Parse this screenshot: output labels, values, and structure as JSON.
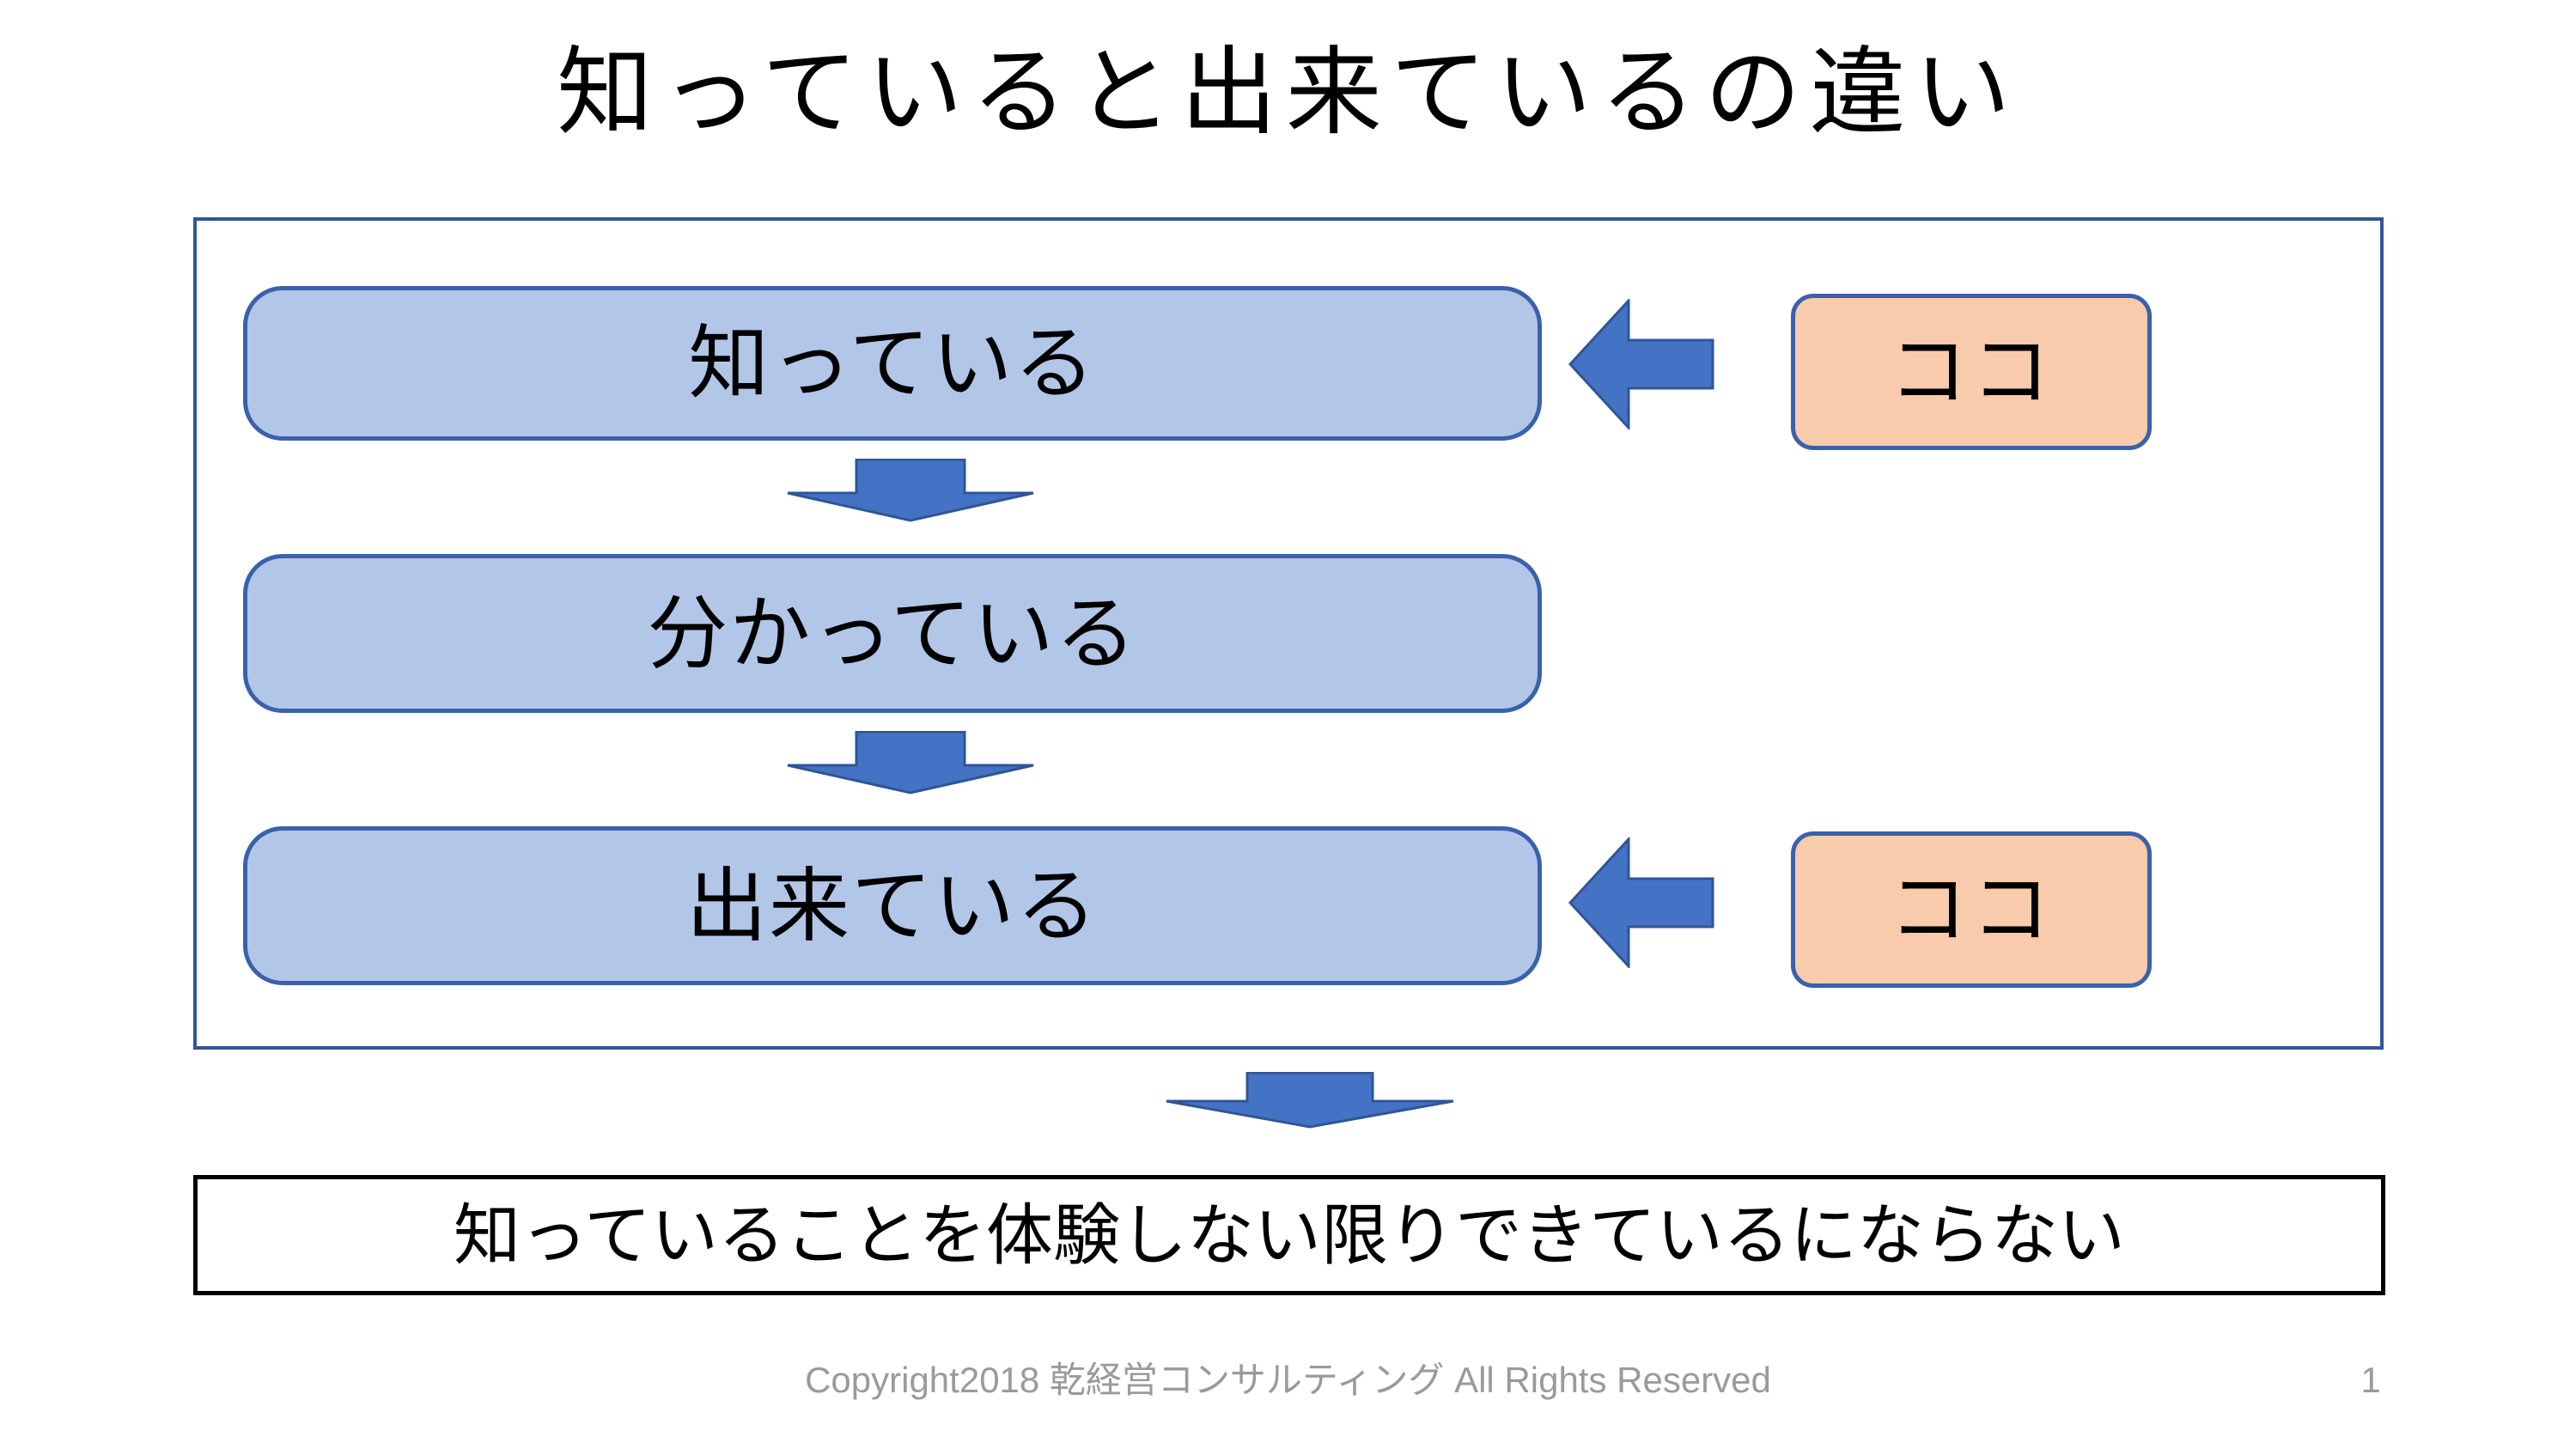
{
  "slide": {
    "title": "知っていると出来ているの違い",
    "flow_steps": [
      {
        "label": "知っている"
      },
      {
        "label": "分かっている"
      },
      {
        "label": "出来ている"
      }
    ],
    "callouts": [
      {
        "label": "ココ",
        "points_to": "知っている"
      },
      {
        "label": "ココ",
        "points_to": "出来ている"
      }
    ],
    "conclusion": "知っていることを体験しない限りできているにならない",
    "arrows": {
      "left_arrow_1": "left-arrow-icon",
      "left_arrow_2": "left-arrow-icon",
      "down_arrow_1": "down-arrow-icon",
      "down_arrow_2": "down-arrow-icon",
      "down_arrow_3": "down-arrow-icon"
    }
  },
  "footer": {
    "copyright": "Copyright2018 乾経営コンサルティング All Rights Reserved",
    "page_number": "1"
  },
  "colors": {
    "step_box_fill": "#b2c6e8",
    "step_box_border": "#3a61ab",
    "callout_fill": "#f7cbab",
    "callout_border": "#3a61ab",
    "arrow_fill": "#4472c4",
    "arrow_border": "#2f5597",
    "frame_border": "#2f5597",
    "conclusion_border": "#000000",
    "footer_text": "#9a9a9a",
    "title_text": "#000000",
    "background": "#ffffff"
  }
}
